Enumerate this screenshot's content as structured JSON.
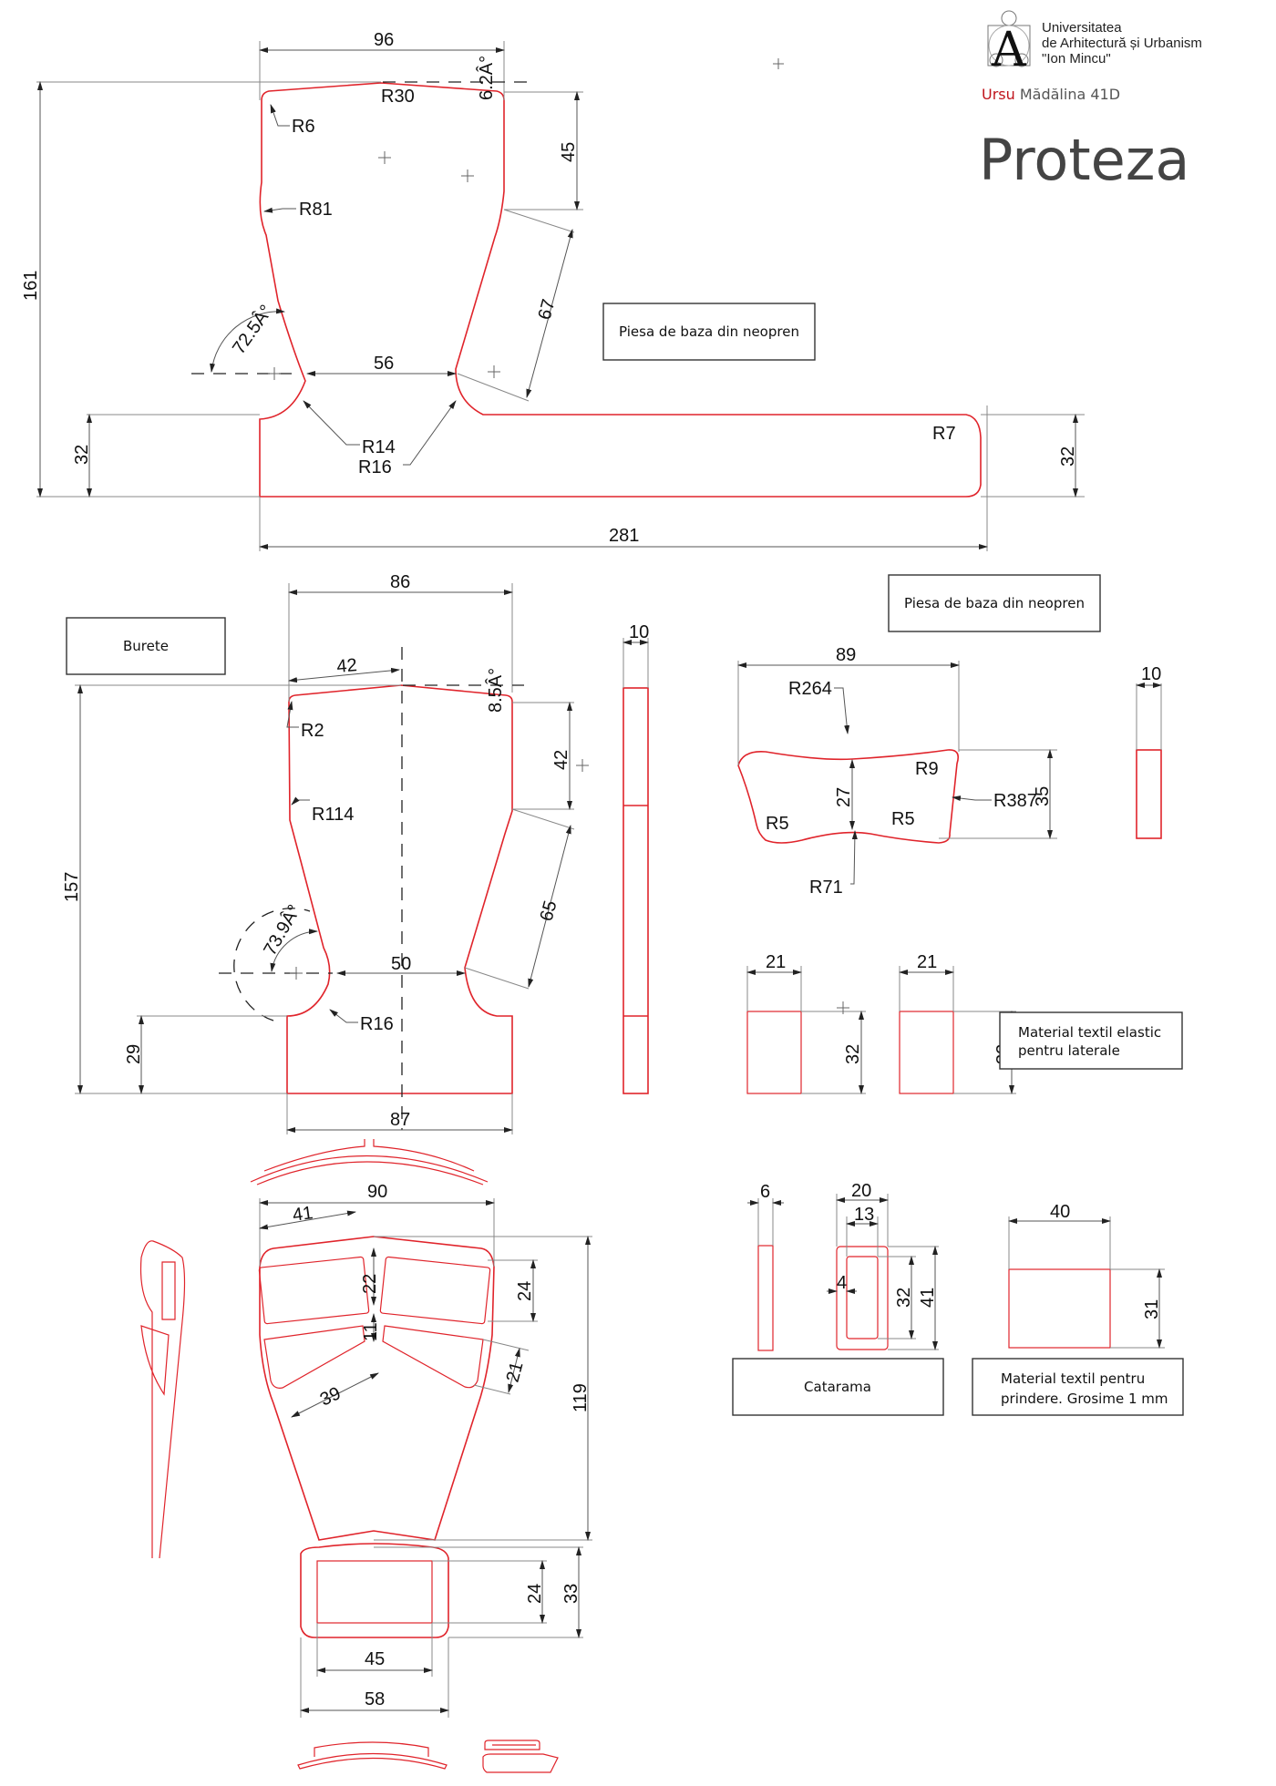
{
  "header": {
    "university_line1": "Universitatea",
    "university_line2": "de Arhitectură și Urbanism",
    "university_line3": "\"Ion Mincu\"",
    "author_first": "Ursu",
    "author_rest": "Mădălina 41D",
    "title": "Proteza"
  },
  "colors": {
    "outline": "#e0242b",
    "dimension": "#555555",
    "author_accent": "#c0141c"
  },
  "part1": {
    "label": "Piesa de baza din neopren",
    "dims": {
      "top_width": "96",
      "r30": "R30",
      "angle_top": "6.2Â°",
      "r6": "R6",
      "r81": "R81",
      "h45": "45",
      "slant67": "67",
      "total_height": "161",
      "angle_side": "72.5Â°",
      "neck56": "56",
      "r14": "R14",
      "r16": "R16",
      "r7": "R7",
      "base_h_left": "32",
      "base_h_right": "32",
      "total_length": "281"
    }
  },
  "part2": {
    "label": "Burete",
    "dims": {
      "top_width": "86",
      "half42": "42",
      "angle_top": "8.5Â°",
      "r2": "R2",
      "r114": "R114",
      "h42": "42",
      "slant65": "65",
      "total_height": "157",
      "angle_side": "73.9Â°",
      "neck50": "50",
      "r16": "R16",
      "base_h": "29",
      "base_width": "87",
      "thickness": "10"
    }
  },
  "part3": {
    "label": "Piesa de baza din neopren",
    "dims": {
      "width": "89",
      "r264": "R264",
      "r9": "R9",
      "r5_left": "R5",
      "r5_right": "R5",
      "h27": "27",
      "h35": "35",
      "r387": "R387",
      "r71": "R71",
      "thickness": "10"
    }
  },
  "part4": {
    "label_line1": "Material textil elastic",
    "label_line2": "pentru  laterale",
    "dims": {
      "w1": "21",
      "h1": "32",
      "w2": "21",
      "h2": "32"
    }
  },
  "part5": {
    "label": "Catarama",
    "dims": {
      "thick": "6",
      "outer_w": "20",
      "inner_w": "13",
      "wall": "4",
      "inner_h": "32",
      "outer_h": "41"
    }
  },
  "part6": {
    "label_line1": "Material    textil    pentru",
    "label_line2": "prindere. Grosime 1 mm",
    "dims": {
      "w": "40",
      "h": "31"
    }
  },
  "part7": {
    "dims": {
      "w90": "90",
      "w41": "41",
      "h22": "22",
      "h24": "24",
      "h11": "11",
      "h21": "21",
      "w39": "39",
      "h119": "119"
    }
  },
  "part8": {
    "dims": {
      "inner_h": "24",
      "outer_h": "33",
      "inner_w": "45",
      "outer_w": "58"
    }
  }
}
